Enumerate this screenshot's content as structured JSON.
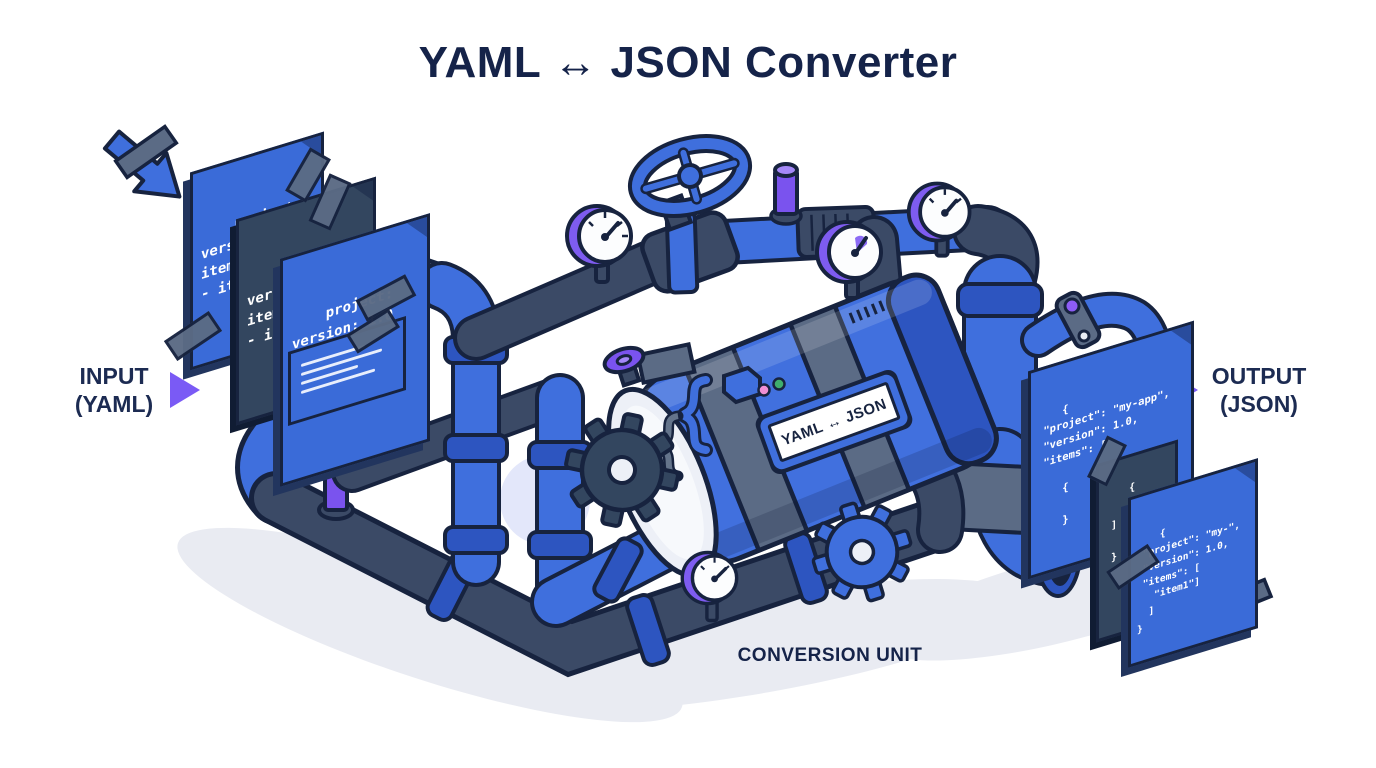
{
  "title": "YAML ↔ JSON Converter",
  "labels": {
    "input_line1": "INPUT",
    "input_line2": "(YAML)",
    "output_line1": "OUTPUT",
    "output_line2": "(JSON)",
    "conversion_unit": "CONVERSION UNIT",
    "unit_plate": "YAML ↔ JSON"
  },
  "input_documents": {
    "back": "project:\nversion:\nitems:\n- it",
    "middle": "project:\nversion:\nitem\n- i",
    "front": "project:\nversion: 1.0\n- item1\n- item2"
  },
  "output_documents": {
    "back": "{\n \"project\": \"my-app\",\n \"version\": 1.0,\n \"items\": [\n\n    {\n\n    }",
    "middle": "{\n\n ]\n\n }",
    "front": "{\n \"project\": \"my-\",\n \"version\": 1.0,\n \"items\": [\n   \"item1\"]\n  ]\n}"
  },
  "colors": {
    "pipe_blue": "#3f6fdd",
    "pipe_dark": "#3b4a66",
    "outline_navy": "#17233f",
    "accent_purple": "#7a5af5",
    "doc_blue": "#3a6bd8",
    "doc_dark": "#33465f",
    "text_navy": "#152349",
    "indicator_pink": "#ef8fd4",
    "indicator_green": "#3fae6e"
  }
}
